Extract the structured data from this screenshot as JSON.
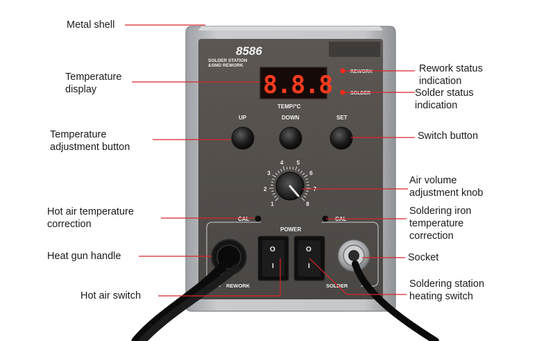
{
  "labels": {
    "metal_shell": "Metal shell",
    "temperature_display": "Temperature\ndisplay",
    "temperature_adjustment_button": "Temperature\nadjustment button",
    "hot_air_temperature_correction": "Hot air temperature\ncorrection",
    "heat_gun_handle": "Heat gun handle",
    "hot_air_switch": "Hot air switch",
    "rework_status_indication": "Rework status\nindication",
    "solder_status_indication": "Solder status\nindication",
    "switch_button": "Switch button",
    "air_volume_adjustment_knob": "Air volume\nadjustment knob",
    "soldering_iron_temperature_correction": "Soldering iron\ntemperature\ncorrection",
    "socket": "Socket",
    "soldering_station_heating_switch": "Soldering station\nheating switch"
  },
  "device": {
    "model": "8586",
    "subtitle_line1": "SOLDER STATION",
    "subtitle_line2": "&SMD REWORK",
    "display_value": "8.8.8",
    "display_caption": "TEMP/°C",
    "rework_led_label": "REWORK",
    "solder_led_label": "SOLDER",
    "button_up": "UP",
    "button_down": "DOWN",
    "button_set": "SET",
    "knob_scale": [
      "1",
      "2",
      "3",
      "4",
      "5",
      "6",
      "7",
      "8"
    ],
    "cal_left": "CAL",
    "cal_right": "CAL",
    "power_label": "POWER",
    "rework_section": "REWORK",
    "solder_section": "SOLDER",
    "switch_off_symbol": "O",
    "switch_on_symbol": "I"
  },
  "colors": {
    "leader_line": "#d9252a",
    "panel": "#55504c",
    "shell": "#b9bbbe",
    "led": "#ff2a1a"
  }
}
